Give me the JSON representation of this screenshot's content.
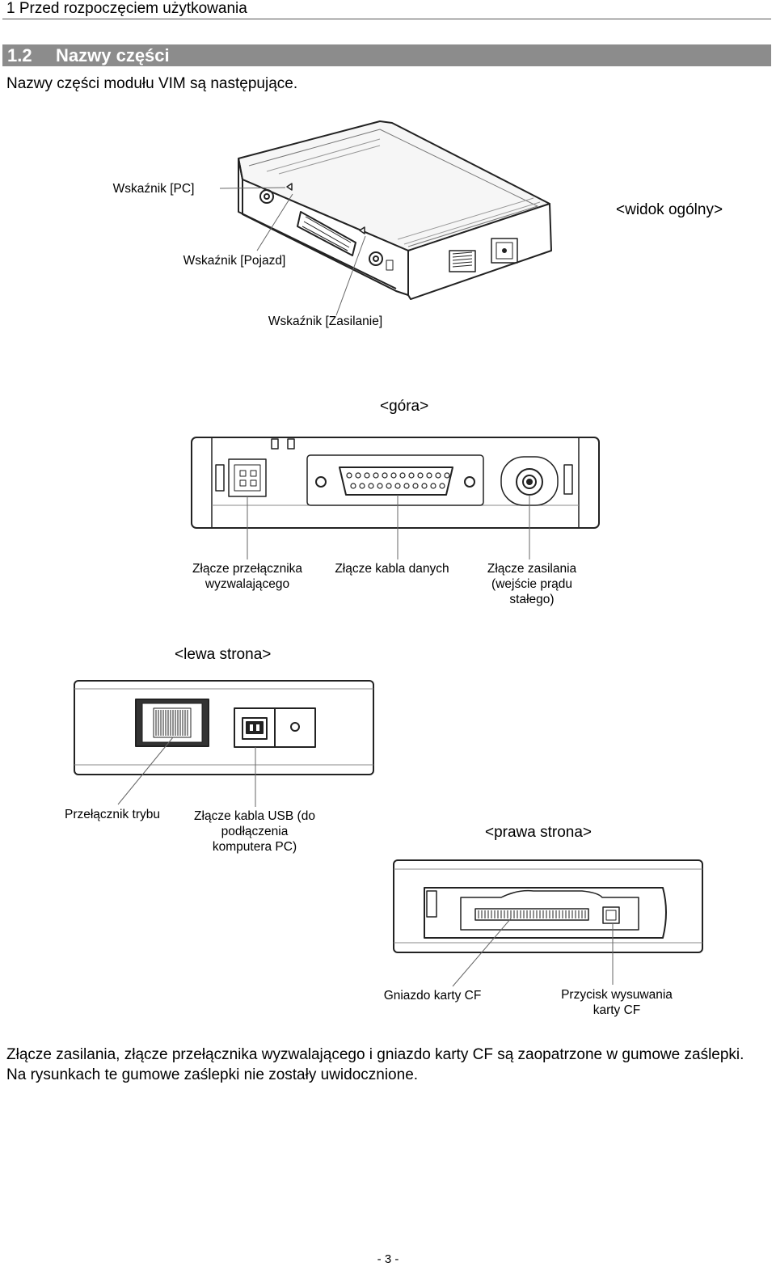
{
  "header": {
    "chapter": "1 Przed rozpoczęciem użytkowania"
  },
  "section": {
    "number": "1.2",
    "title": "Nazwy części"
  },
  "intro": "Nazwy części modułu VIM są następujące.",
  "overview": {
    "title": "<widok ogólny>",
    "labels": {
      "pc": "Wskaźnik [PC]",
      "vehicle": "Wskaźnik [Pojazd]",
      "power": "Wskaźnik [Zasilanie]"
    }
  },
  "top_view": {
    "title": "<góra>",
    "labels": {
      "trigger": "Złącze przełącznika\nwyzwalającego",
      "data": "Złącze kabla danych",
      "power": "Złącze zasilania\n(wejście prądu\nstałego)"
    }
  },
  "left_view": {
    "title": "<lewa strona>",
    "labels": {
      "mode": "Przełącznik trybu",
      "usb": "Złącze kabla USB (do\npodłączenia\nkomputera PC)"
    }
  },
  "right_view": {
    "title": "<prawa strona>",
    "labels": {
      "cf_slot": "Gniazdo karty CF",
      "cf_eject": "Przycisk wysuwania\nkarty CF"
    }
  },
  "note": "Złącze zasilania, złącze przełącznika wyzwalającego i gniazdo karty CF są zaopatrzone w gumowe zaślepki. Na rysunkach te gumowe zaślepki nie zostały uwidocznione.",
  "page_number": "- 3 -"
}
